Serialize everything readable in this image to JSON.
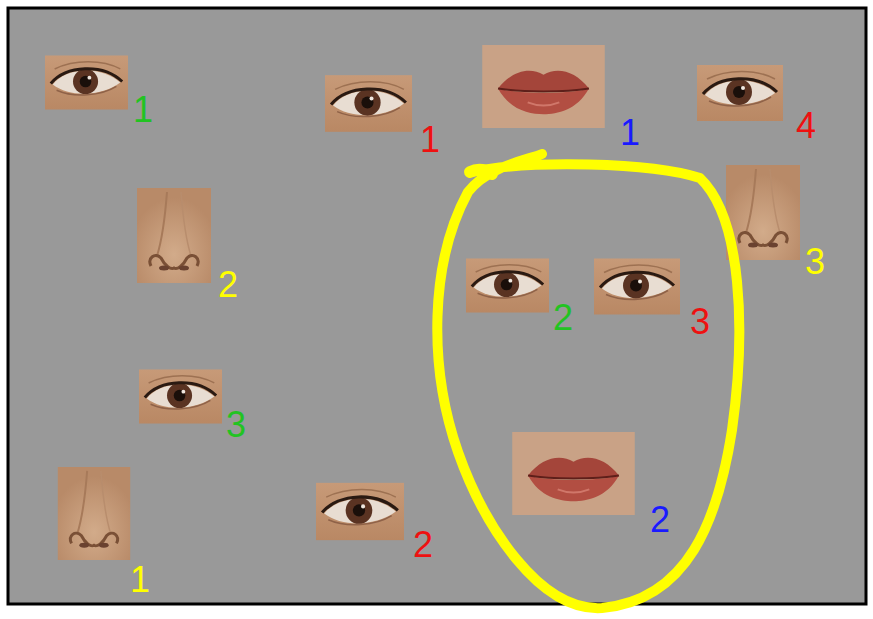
{
  "diagram": {
    "labels": [
      "1",
      "1",
      "1",
      "4",
      "2",
      "3",
      "2",
      "3",
      "3",
      "1",
      "2",
      "2"
    ]
  }
}
